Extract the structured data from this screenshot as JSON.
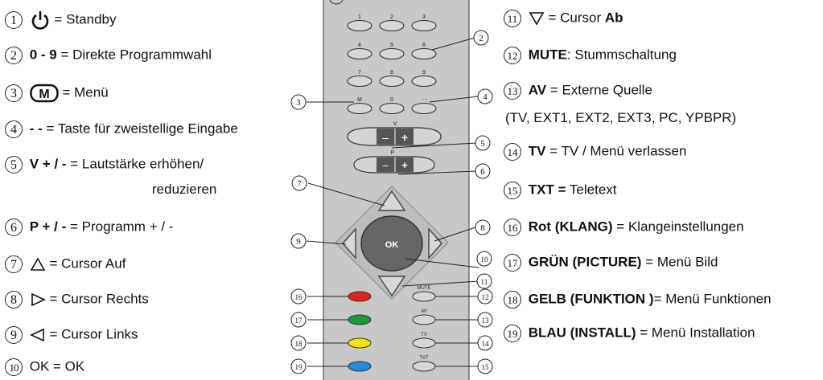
{
  "left_legend": [
    {
      "num": "1",
      "text": "= Standby",
      "bold": ""
    },
    {
      "num": "2",
      "bold": "0 - 9",
      "text": " = Direkte Programmwahl"
    },
    {
      "num": "3",
      "text": " = Menü",
      "bold": ""
    },
    {
      "num": "4",
      "bold": "- -",
      "text": " = Taste  für zweistellige Eingabe"
    },
    {
      "num": "5",
      "bold": "V + / -",
      "text": " = Lautstärke erhöhen/"
    },
    {
      "num": "6",
      "bold": "P + / -",
      "text": " = Programm + / -"
    },
    {
      "num": "7",
      "text": " = Cursor Auf",
      "bold": ""
    },
    {
      "num": "8",
      "text": " = Cursor Rechts",
      "bold": ""
    },
    {
      "num": "9",
      "text": " = Cursor Links",
      "bold": ""
    },
    {
      "num": "10",
      "text": "OK = OK",
      "bold": ""
    }
  ],
  "left_legend_continuation": "reduzieren",
  "right_legend": [
    {
      "num": "11",
      "text": " = Cursor ",
      "bold": "Ab"
    },
    {
      "num": "12",
      "bold": "MUTE",
      "text": ": Stummschaltung"
    },
    {
      "num": "13",
      "bold": "AV",
      "text": " = Externe Quelle"
    },
    {
      "num": "14",
      "bold": "TV",
      "text": " = TV / Menü verlassen"
    },
    {
      "num": "15",
      "bold": "TXT =",
      "text": " Teletext"
    },
    {
      "num": "16",
      "bold": "Rot (KLANG)",
      "text": " = Klangeinstellungen"
    },
    {
      "num": "17",
      "bold": "GRÜN (PICTURE)",
      "text": " = Menü Bild"
    },
    {
      "num": "18",
      "bold": "GELB (FUNKTION )",
      "text": "= Menü Funktionen"
    },
    {
      "num": "19",
      "bold": "BLAU (INSTALL)",
      "text": " = Menü Installation"
    }
  ],
  "right_legend_continuation": "(TV, EXT1, EXT2, EXT3, PC, YPBPR)",
  "remote": {
    "digit_labels": [
      "1",
      "2",
      "3",
      "4",
      "5",
      "6",
      "7",
      "8",
      "9",
      "M",
      "0",
      "- -"
    ],
    "v_label": "V",
    "p_label": "P",
    "minus": "–",
    "plus": "+",
    "ok_label": "OK",
    "mute_label": "MUTE",
    "av_label": "AV",
    "tv_label": "TV",
    "txt_label": "TXT",
    "callouts": [
      "2",
      "3",
      "4",
      "5",
      "6",
      "7",
      "8",
      "9",
      "10",
      "11",
      "12",
      "13",
      "14",
      "15",
      "16",
      "17",
      "18",
      "19"
    ],
    "colors": {
      "body": "#c8c8c8",
      "button": "#d6d6d6",
      "red": "#e2231a",
      "green": "#1a9a3a",
      "yellow": "#f2e600",
      "blue": "#1e8ee0"
    }
  },
  "icons": {
    "standby": "power-icon",
    "menu": "m-box-icon",
    "up": "triangle-up-icon",
    "right": "triangle-right-icon",
    "left": "triangle-left-icon",
    "down": "triangle-down-icon"
  }
}
